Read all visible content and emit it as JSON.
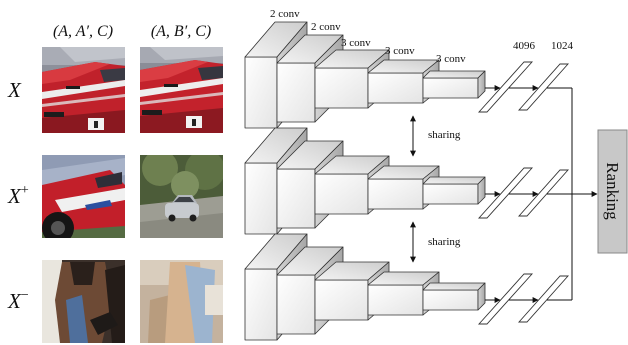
{
  "column_headers": [
    "(A, A′, C)",
    "(A, B′, C)"
  ],
  "rows": [
    {
      "label": "X"
    },
    {
      "label": "X",
      "sup": "+"
    },
    {
      "label": "X",
      "sup": "−"
    }
  ],
  "conv_layers": [
    "2 conv",
    "2 conv",
    "3 conv",
    "3 conv",
    "3 conv"
  ],
  "fc_layers": [
    "4096",
    "1024"
  ],
  "sharing": [
    "sharing",
    "sharing"
  ],
  "output": {
    "label": "Ranking"
  },
  "colors": {
    "ranking_box": "#c8c8c8",
    "block_stroke": "#333333"
  }
}
